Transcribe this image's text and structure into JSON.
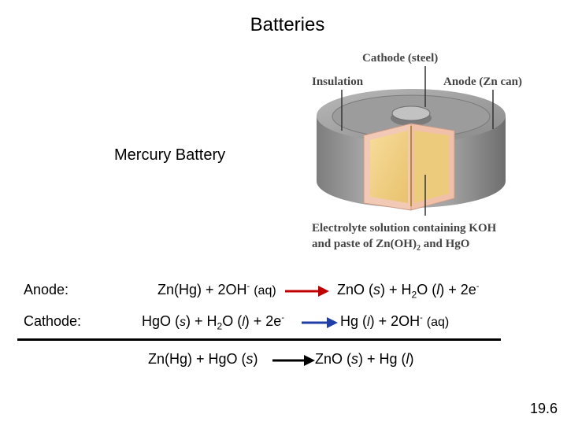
{
  "slide": {
    "title": "Batteries",
    "subtitle": "Mercury Battery",
    "page_number": "19.6"
  },
  "diagram": {
    "labels": {
      "cathode": "Cathode (steel)",
      "insulation": "Insulation",
      "anode": "Anode (Zn can)",
      "electrolyte_line1": "Electrolyte solution containing KOH",
      "electrolyte_line2_pre": "and paste of Zn(OH)",
      "electrolyte_line2_sub": "2",
      "electrolyte_line2_post": " and HgO"
    },
    "colors": {
      "steel": "#9a9a9a",
      "insulation": "#f2c9b4",
      "paste": "#f3d48a",
      "arrow": "#c00000"
    }
  },
  "reactions": {
    "anode": {
      "label": "Anode:",
      "reactant_main": "Zn(Hg) + 2OH",
      "reactant_sup": "-",
      "reactant_phase": "(aq)",
      "product_main": "ZnO (",
      "product_s": "s",
      "product_mid": ") + H",
      "product_sub": "2",
      "product_o": "O (",
      "product_l": "l",
      "product_end": ") + 2e",
      "product_sup": "-"
    },
    "cathode": {
      "label": "Cathode:",
      "reactant_a": "HgO (",
      "reactant_s": "s",
      "reactant_b": ") + H",
      "reactant_sub": "2",
      "reactant_c": "O (",
      "reactant_l": "l",
      "reactant_d": ") + 2e",
      "reactant_sup": "-",
      "product_a": "Hg (",
      "product_l": "l",
      "product_b": ") + 2OH",
      "product_sup": "-",
      "product_phase": "(aq)"
    },
    "overall": {
      "reactant_a": "Zn(Hg) + HgO (",
      "reactant_s": "s",
      "reactant_b": ")",
      "product_a": "ZnO (",
      "product_s": "s",
      "product_b": ") + Hg (",
      "product_l": "l",
      "product_c": ")"
    }
  }
}
